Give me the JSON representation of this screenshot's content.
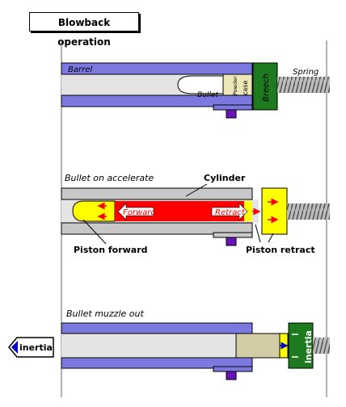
{
  "title": "Blowback operation",
  "stage1": {
    "barrel_label": "Barrel",
    "spring_label": "Spring",
    "bullet_label": "Bullet",
    "powder_label": "Powder",
    "case_label": "case",
    "breech_label": "Breech"
  },
  "stage2": {
    "heading": "Bullet on accelerate",
    "cylinder_label": "Cylinder",
    "forward_label": "Forward",
    "retract_label": "Retract",
    "piston_forward_label": "Piston forward",
    "piston_retract_label": "Piston retract"
  },
  "stage3": {
    "heading": "Bullet muzzle out",
    "inertia_left_label": "inertia",
    "inertia_right_label": "inertia"
  },
  "colors": {
    "barrel": "#7b79e0",
    "bore": "#e4e4e4",
    "cylinder": "#c8c8c8",
    "breech": "#1e7a1e",
    "gas": "#ff0000",
    "piston": "#ffff00",
    "case": "#ede6b8",
    "stud": "#6a13b8"
  }
}
